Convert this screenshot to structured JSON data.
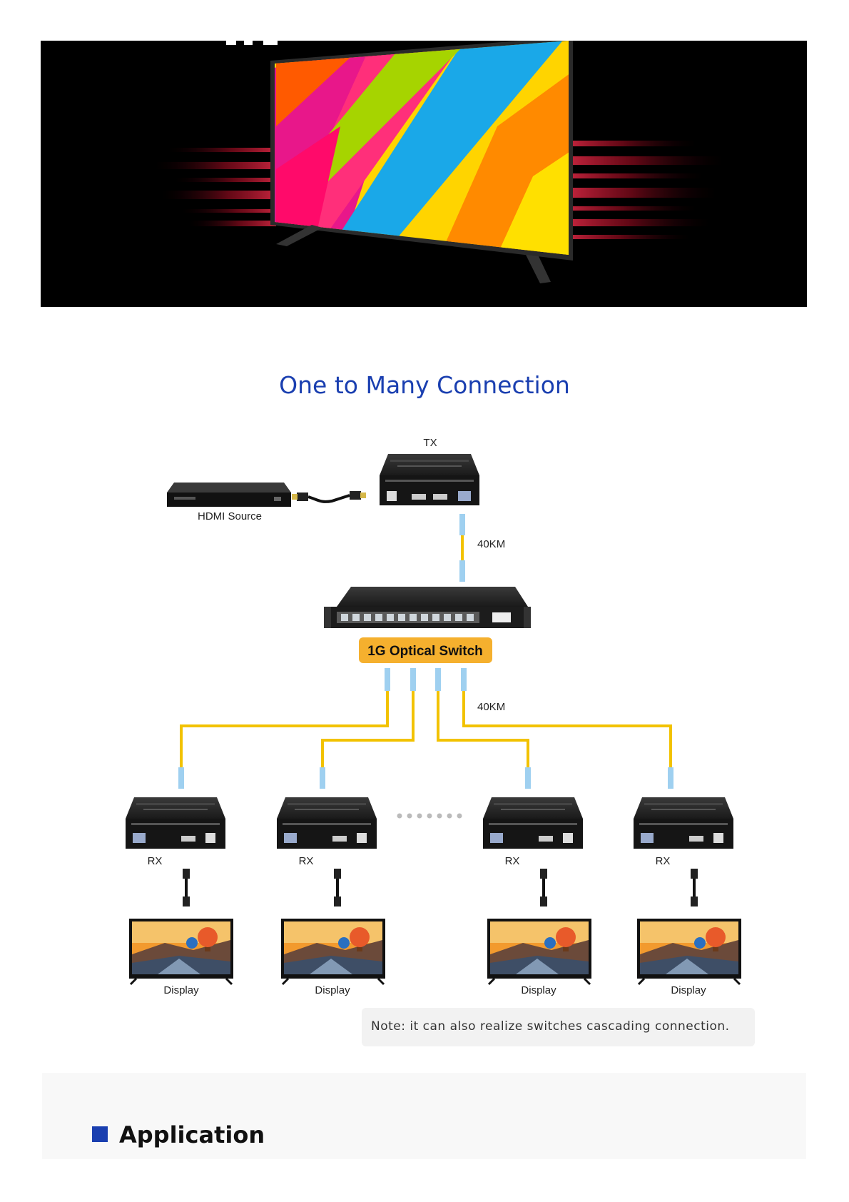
{
  "diagram": {
    "title": "One to Many Connection",
    "tx_label": "TX",
    "source_label": "HDMI Source",
    "distance_top": "40KM",
    "switch_label": "1G Optical Switch",
    "distance_bottom": "40KM",
    "receivers": [
      {
        "label": "RX",
        "display_label": "Display"
      },
      {
        "label": "RX",
        "display_label": "Display"
      },
      {
        "label": "RX",
        "display_label": "Display"
      },
      {
        "label": "RX",
        "display_label": "Display"
      }
    ],
    "note": "Note: it can also realize switches cascading connection."
  },
  "section": {
    "heading": "Application"
  },
  "colors": {
    "title_blue": "#1a3fb0",
    "fiber_yellow": "#f2c200",
    "switch_badge": "#f5b02e"
  }
}
